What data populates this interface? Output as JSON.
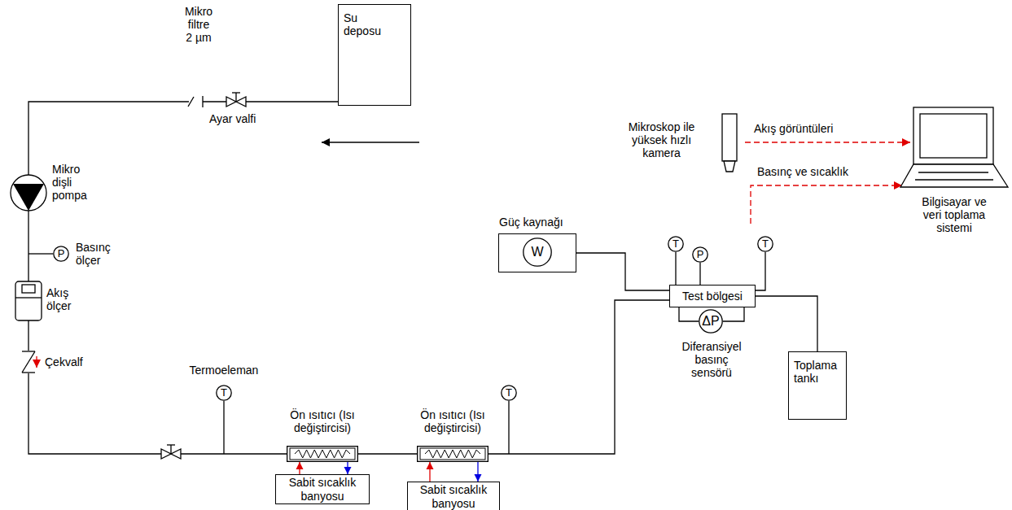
{
  "diagram": {
    "nodes": [
      {
        "text": [
          "Su deposu"
        ]
      },
      {
        "text": [
          "P",
          "Basınç ölçer"
        ]
      },
      {
        "text": [
          "T",
          "Termoeleman"
        ]
      },
      {
        "text": [
          "Ön ısıtıcı (Isı değiştircisi)"
        ]
      },
      {
        "text": [
          "Sabit sıcaklık banyosu"
        ]
      },
      {
        "text": [
          "Ön ısıtıcı (Isı değiştircisi)"
        ]
      },
      {
        "text": [
          "Sabit sıcaklık banyosu"
        ]
      },
      {
        "text": [
          "T"
        ]
      },
      {
        "text": [
          "Güç kaynağı"
        ]
      },
      {
        "text": [
          "W"
        ],
        "in": 8
      },
      {
        "text": [
          "T"
        ]
      },
      {
        "text": [
          "P"
        ]
      },
      {
        "text": [
          "T"
        ]
      },
      {
        "text": [
          "Test bölgesi"
        ]
      },
      {
        "text": [
          "ΔP"
        ]
      },
      {
        "text": [
          "Toplama tankı"
        ]
      }
    ],
    "edges": [
      {
        "from": 0,
        "to": 3,
        "arrow": "none"
      },
      {
        "from": 4,
        "to": 3,
        "arrow": "to"
      },
      {
        "from": 3,
        "to": 4,
        "arrow": "to"
      },
      {
        "from": 3,
        "to": 5,
        "arrow": "none"
      },
      {
        "from": 6,
        "to": 5,
        "arrow": "to"
      },
      {
        "from": 5,
        "to": 6,
        "arrow": "to"
      },
      {
        "from": 5,
        "to": 13,
        "arrow": "none"
      },
      {
        "from": 8,
        "to": 13,
        "arrow": "none"
      },
      {
        "from": 10,
        "to": 13,
        "arrow": "none"
      },
      {
        "from": 11,
        "to": 13,
        "arrow": "none"
      },
      {
        "from": 12,
        "to": 13,
        "arrow": "none"
      },
      {
        "from": 13,
        "to": 14,
        "arrow": "none"
      },
      {
        "from": 14,
        "to": 13,
        "arrow": "none"
      },
      {
        "from": 13,
        "to": 15,
        "arrow": "none"
      }
    ],
    "labels": [
      "Mikro filtre 2 µm",
      "Ayar valfi",
      "Mikro dişli pompa",
      "Akış ölçer",
      "Çekvalf",
      "Mikroskop ile yüksek hızlı kamera",
      "Akış görüntüleri",
      "Basınç ve sıcaklık",
      "Bilgisayar ve veri toplama sistemi",
      "Diferansiyel basınç sensörü"
    ]
  }
}
